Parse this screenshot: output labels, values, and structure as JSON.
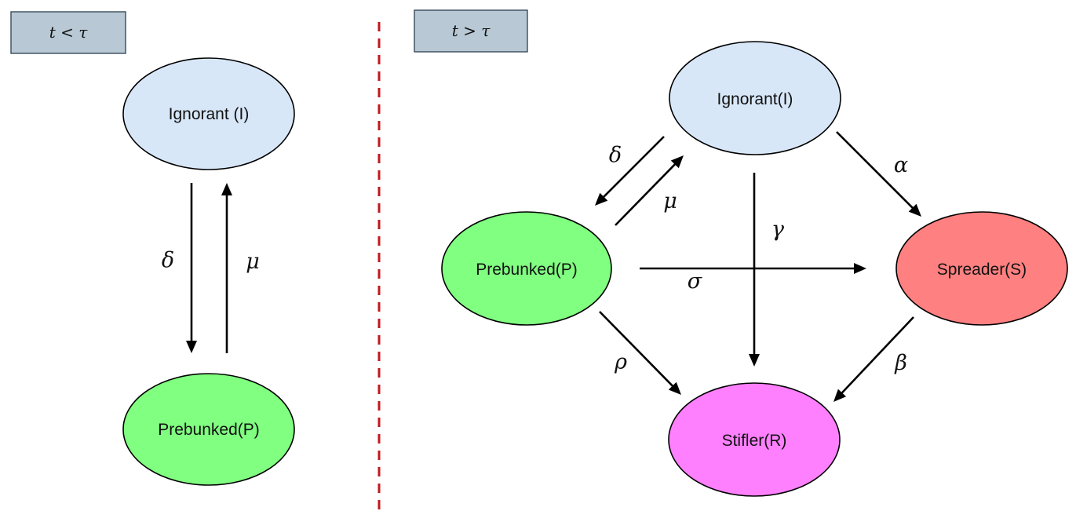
{
  "colors": {
    "ignorant": "#d8e7f8",
    "prebunked": "#80ff80",
    "spreader": "#ff8080",
    "stifler": "#ff80ff",
    "phase_box": "#b8c8d4",
    "divider": "#c0181e"
  },
  "panels": {
    "before": {
      "phase_label": "t < τ",
      "nodes": {
        "ignorant": "Ignorant (I)",
        "prebunked": "Prebunked(P)"
      },
      "edges": {
        "i_to_p": "δ",
        "p_to_i": "μ"
      }
    },
    "after": {
      "phase_label": "t > τ",
      "nodes": {
        "ignorant": "Ignorant(I)",
        "prebunked": "Prebunked(P)",
        "spreader": "Spreader(S)",
        "stifler": "Stifler(R)"
      },
      "edges": {
        "i_to_p": "δ",
        "p_to_i": "μ",
        "i_to_s": "α",
        "i_to_r": "γ",
        "p_to_s": "σ",
        "p_to_r": "ρ",
        "s_to_r": "β"
      }
    }
  }
}
